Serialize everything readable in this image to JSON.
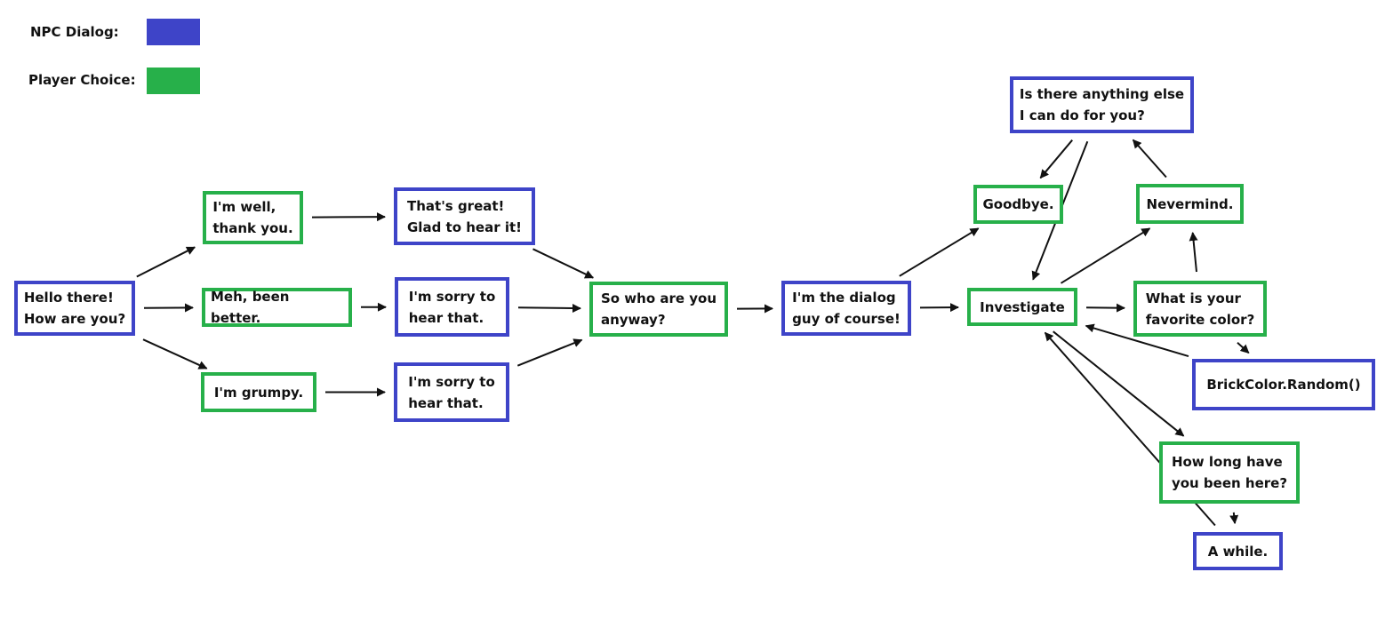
{
  "colors": {
    "npc": "#3e44c8",
    "player": "#27b04a",
    "edge": "#111111"
  },
  "legend": {
    "npc_label": "NPC Dialog:",
    "player_label": "Player Choice:"
  },
  "nodes": {
    "hello": {
      "type": "npc",
      "text": "Hello there!\nHow are you?"
    },
    "well": {
      "type": "player",
      "text": "I'm well,\nthank you."
    },
    "meh": {
      "type": "player",
      "text": "Meh, been better."
    },
    "grumpy": {
      "type": "player",
      "text": "I'm grumpy."
    },
    "great": {
      "type": "npc",
      "text": "That's great!\nGlad to hear it!"
    },
    "sorry1": {
      "type": "npc",
      "text": "I'm sorry to\nhear that."
    },
    "sorry2": {
      "type": "npc",
      "text": "I'm sorry to\nhear that."
    },
    "who": {
      "type": "player",
      "text": "So who are you\nanyway?"
    },
    "dialogguy": {
      "type": "npc",
      "text": "I'm the dialog\nguy of course!"
    },
    "investigate": {
      "type": "player",
      "text": "Investigate"
    },
    "goodbye": {
      "type": "player",
      "text": "Goodbye."
    },
    "anything": {
      "type": "npc",
      "text": "Is there anything else\nI can do for you?"
    },
    "nevermind": {
      "type": "player",
      "text": "Nevermind."
    },
    "color": {
      "type": "player",
      "text": "What is your\nfavorite color?"
    },
    "brick": {
      "type": "npc",
      "text": "BrickColor.Random()"
    },
    "howlong": {
      "type": "player",
      "text": "How long have\nyou been here?"
    },
    "awhile": {
      "type": "npc",
      "text": "A while."
    }
  },
  "edges": [
    [
      "hello",
      "well"
    ],
    [
      "hello",
      "meh"
    ],
    [
      "hello",
      "grumpy"
    ],
    [
      "well",
      "great"
    ],
    [
      "meh",
      "sorry1"
    ],
    [
      "grumpy",
      "sorry2"
    ],
    [
      "great",
      "who"
    ],
    [
      "sorry1",
      "who"
    ],
    [
      "sorry2",
      "who"
    ],
    [
      "who",
      "dialogguy"
    ],
    [
      "dialogguy",
      "goodbye"
    ],
    [
      "dialogguy",
      "investigate"
    ],
    [
      "anything",
      "goodbye"
    ],
    [
      "anything",
      "investigate"
    ],
    [
      "investigate",
      "nevermind"
    ],
    [
      "investigate",
      "color"
    ],
    [
      "investigate",
      "howlong"
    ],
    [
      "nevermind",
      "anything"
    ],
    [
      "color",
      "nevermind"
    ],
    [
      "color",
      "brick"
    ],
    [
      "brick",
      "investigate"
    ],
    [
      "howlong",
      "awhile"
    ],
    [
      "awhile",
      "investigate"
    ]
  ]
}
